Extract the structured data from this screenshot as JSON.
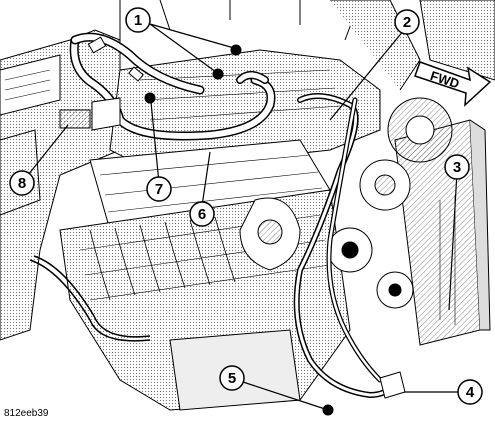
{
  "figure": {
    "code": "812eeb39",
    "fwd_label": "FWD"
  },
  "callouts": [
    {
      "id": "1",
      "label": "1"
    },
    {
      "id": "2",
      "label": "2"
    },
    {
      "id": "3",
      "label": "3"
    },
    {
      "id": "4",
      "label": "4"
    },
    {
      "id": "5",
      "label": "5"
    },
    {
      "id": "6",
      "label": "6"
    },
    {
      "id": "7",
      "label": "7"
    },
    {
      "id": "8",
      "label": "8"
    }
  ]
}
